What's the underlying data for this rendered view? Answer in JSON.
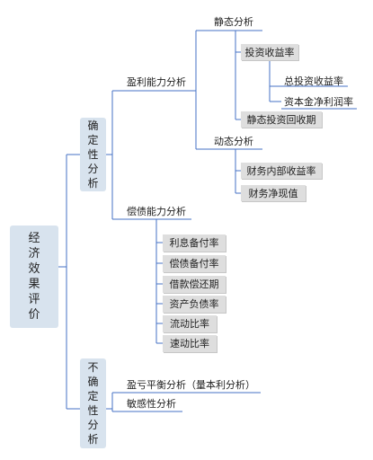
{
  "root": {
    "label": "经济效果评价"
  },
  "certain": {
    "label": "确定性分析",
    "profit": {
      "label": "盈利能力分析",
      "static": {
        "label": "静态分析",
        "roi": {
          "label": "投资收益率",
          "items": [
            "总投资收益率",
            "资本金净利润率"
          ]
        },
        "payback": "静态投资回收期"
      },
      "dynamic": {
        "label": "动态分析",
        "items": [
          "财务内部收益率",
          "财务净现值"
        ]
      }
    },
    "solvency": {
      "label": "偿债能力分析",
      "items": [
        "利息备付率",
        "偿债备付率",
        "借款偿还期",
        "资产负债率",
        "流动比率",
        "速动比率"
      ]
    }
  },
  "uncertain": {
    "label": "不确定性分析",
    "items": [
      "盈亏平衡分析（量本利分析）",
      "敏感性分析"
    ]
  },
  "colors": {
    "line": "#4472c4",
    "box_gray": "#dedede",
    "box_blue": "#d8e3ee"
  }
}
